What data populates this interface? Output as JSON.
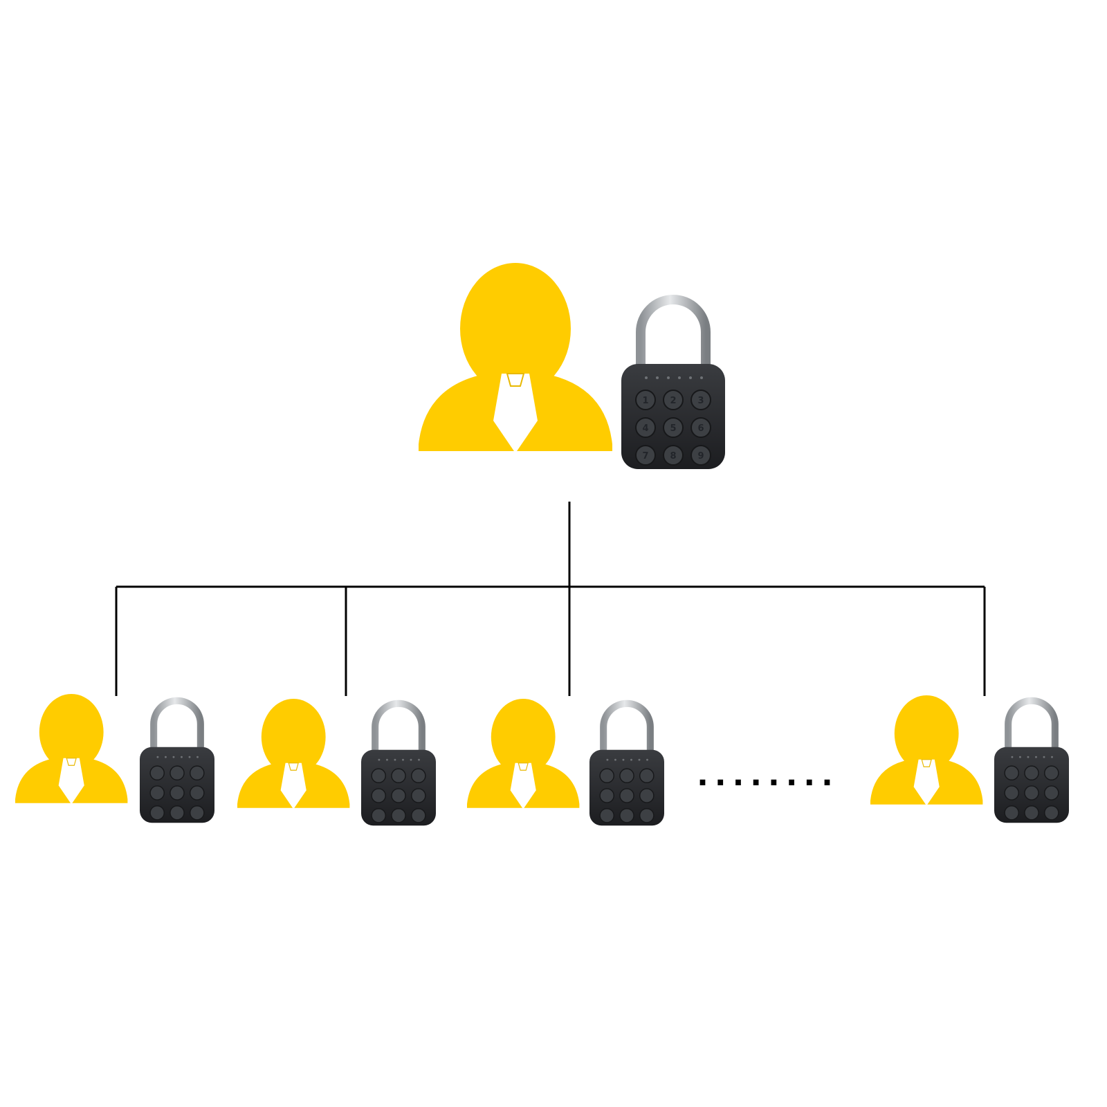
{
  "diagram": {
    "type": "hierarchy",
    "root": {
      "person_icon": "user-icon",
      "lock_icon": "padlock-icon",
      "keypad_digits": [
        "1",
        "2",
        "3",
        "4",
        "5",
        "6",
        "7",
        "8",
        "9"
      ]
    },
    "children": [
      {
        "person_icon": "user-icon",
        "lock_icon": "padlock-icon"
      },
      {
        "person_icon": "user-icon",
        "lock_icon": "padlock-icon"
      },
      {
        "person_icon": "user-icon",
        "lock_icon": "padlock-icon"
      },
      {
        "person_icon": "user-icon",
        "lock_icon": "padlock-icon"
      }
    ],
    "ellipsis": "........"
  },
  "colors": {
    "person": "#FFCC00",
    "person_shadow": "#C9A000",
    "tie": "#FFFFFF",
    "lock_body": "#2A2C2F",
    "lock_button": "#3A3D41",
    "shackle": "#B5B8BC",
    "line": "#000000"
  }
}
